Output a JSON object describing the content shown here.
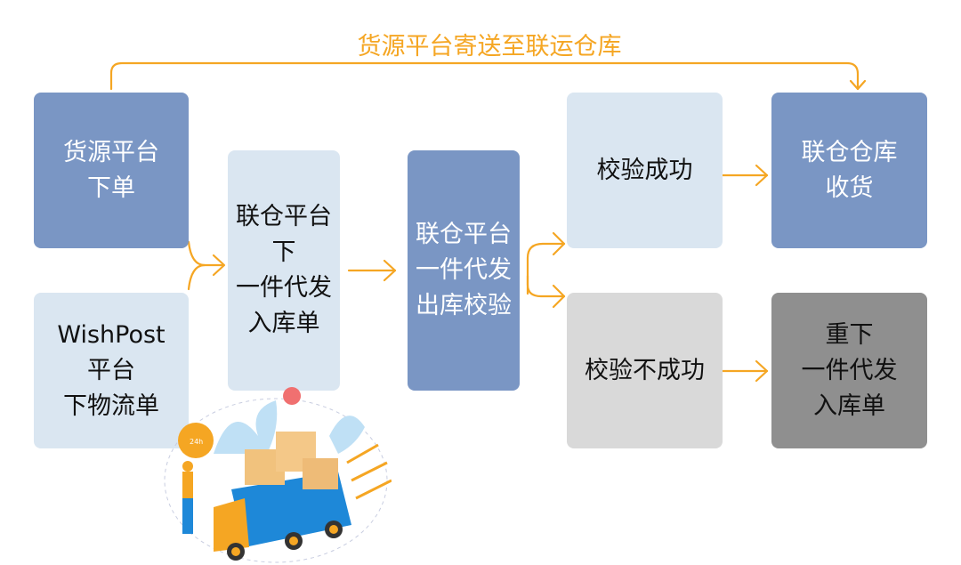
{
  "diagram": {
    "top_label": "货源平台寄送至联运仓库",
    "colors": {
      "accent": "#f5a623",
      "blue_box": "#7a96c4",
      "light_box": "#dae6f1",
      "gray_box": "#d9d9d9",
      "dark_box": "#8f8f8f"
    },
    "nodes": {
      "source_order": "货源平台\n下单",
      "wishpost_order": "WishPost\n平台\n下物流单",
      "inbound_order": "联仓平台\n下\n一件代发\n入库单",
      "outbound_check": "联仓平台\n一件代发\n出库校验",
      "check_success": "校验成功",
      "check_fail": "校验不成功",
      "warehouse_receive": "联仓仓库\n收货",
      "reorder": "重下\n一件代发\n入库单"
    },
    "illustration": {
      "icon": "delivery-truck-illustration",
      "badge_text": "24h"
    }
  }
}
